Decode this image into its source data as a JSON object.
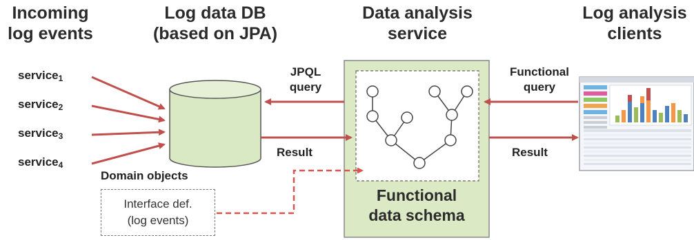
{
  "headers": {
    "incoming": [
      "Incoming",
      "log events"
    ],
    "db": [
      "Log data DB",
      "(based on JPA)"
    ],
    "service": [
      "Data analysis",
      "service"
    ],
    "clients": [
      "Log analysis",
      "clients"
    ]
  },
  "services": [
    {
      "name": "service",
      "sub": "1"
    },
    {
      "name": "service",
      "sub": "2"
    },
    {
      "name": "service",
      "sub": "3"
    },
    {
      "name": "service",
      "sub": "4"
    }
  ],
  "labels": {
    "jpql": [
      "JPQL",
      "query"
    ],
    "functional_query": [
      "Functional",
      "query"
    ],
    "result_left": "Result",
    "result_right": "Result",
    "domain_objects": "Domain objects"
  },
  "interface_box": [
    "Interface def.",
    "(log events)"
  ],
  "schema_box": [
    "Functional",
    "data schema"
  ],
  "colors": {
    "arrow": "#c0504d",
    "db_fill": "#d9e9c3",
    "service_fill": "#dbe9c5",
    "service_border": "#888888"
  }
}
